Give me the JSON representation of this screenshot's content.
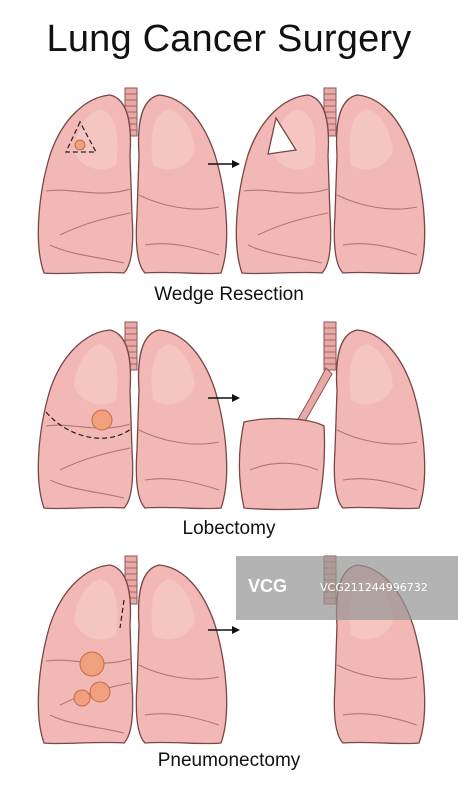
{
  "title": "Lung Cancer Surgery",
  "procedures": [
    {
      "label": "Wedge Resection"
    },
    {
      "label": "Lobectomy"
    },
    {
      "label": "Pneumonectomy"
    }
  ],
  "watermark": {
    "logo": "VCG",
    "text": "VCG211244996732"
  },
  "colors": {
    "lung": "#f2b8b5",
    "tumor": "#f0a07c"
  }
}
